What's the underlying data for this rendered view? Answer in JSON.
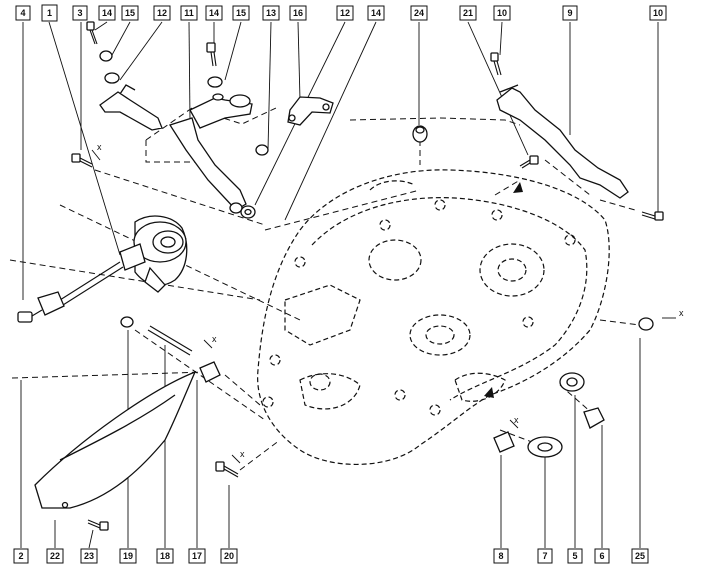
{
  "diagram": {
    "highlight_color": "#e02020",
    "callouts": [
      {
        "id": "c-1",
        "label": "1",
        "highlighted": true
      },
      {
        "id": "c-3",
        "label": "3"
      },
      {
        "id": "c-14a",
        "label": "14"
      },
      {
        "id": "c-15a",
        "label": "15"
      },
      {
        "id": "c-12a",
        "label": "12"
      },
      {
        "id": "c-11",
        "label": "11"
      },
      {
        "id": "c-14b",
        "label": "14"
      },
      {
        "id": "c-15b",
        "label": "15"
      },
      {
        "id": "c-13",
        "label": "13"
      },
      {
        "id": "c-16",
        "label": "16"
      },
      {
        "id": "c-12b",
        "label": "12"
      },
      {
        "id": "c-14c",
        "label": "14"
      },
      {
        "id": "c-24",
        "label": "24"
      },
      {
        "id": "c-21",
        "label": "21"
      },
      {
        "id": "c-10a",
        "label": "10"
      },
      {
        "id": "c-9",
        "label": "9"
      },
      {
        "id": "c-10b",
        "label": "10"
      },
      {
        "id": "c-4",
        "label": "4"
      },
      {
        "id": "c-2",
        "label": "2"
      },
      {
        "id": "c-22",
        "label": "22"
      },
      {
        "id": "c-23",
        "label": "23"
      },
      {
        "id": "c-19",
        "label": "19"
      },
      {
        "id": "c-18",
        "label": "18"
      },
      {
        "id": "c-17",
        "label": "17"
      },
      {
        "id": "c-20",
        "label": "20"
      },
      {
        "id": "c-8",
        "label": "8"
      },
      {
        "id": "c-7",
        "label": "7"
      },
      {
        "id": "c-5",
        "label": "5"
      },
      {
        "id": "c-6",
        "label": "6"
      },
      {
        "id": "c-25",
        "label": "25"
      }
    ],
    "marks": [
      {
        "id": "m-x1",
        "text": "x"
      },
      {
        "id": "m-x2",
        "text": "x"
      },
      {
        "id": "m-x3",
        "text": "x"
      },
      {
        "id": "m-x4",
        "text": "x"
      },
      {
        "id": "m-x5",
        "text": "x"
      }
    ]
  }
}
